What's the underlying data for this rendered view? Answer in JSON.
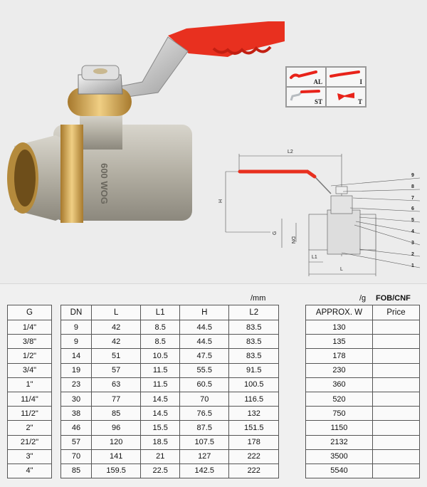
{
  "product": {
    "body_marking": "600 WOG"
  },
  "handle_options": [
    {
      "code": "AL",
      "color": "#e8231a"
    },
    {
      "code": "I",
      "color": "#e8231a"
    },
    {
      "code": "ST",
      "color": "#e8231a"
    },
    {
      "code": "T",
      "color": "#e8231a"
    }
  ],
  "diagram": {
    "dimension_labels": {
      "L2": "L2",
      "H": "H",
      "G": "G",
      "DN": "DN",
      "L1": "L1",
      "L": "L"
    },
    "part_numbers": [
      "9",
      "8",
      "7",
      "6",
      "5",
      "4",
      "3",
      "2",
      "1"
    ]
  },
  "units": {
    "dimensions": "/mm",
    "weight": "/g",
    "price_terms": "FOB/CNF"
  },
  "table": {
    "g_header": "G",
    "dim_headers": [
      "DN",
      "L",
      "L1",
      "H",
      "L2"
    ],
    "weight_headers": [
      "APPROX. W",
      "Price"
    ],
    "rows": [
      {
        "G": "1/4\"",
        "DN": "9",
        "L": "42",
        "L1": "8.5",
        "H": "44.5",
        "L2": "83.5",
        "W": "130",
        "Price": ""
      },
      {
        "G": "3/8\"",
        "DN": "9",
        "L": "42",
        "L1": "8.5",
        "H": "44.5",
        "L2": "83.5",
        "W": "135",
        "Price": ""
      },
      {
        "G": "1/2\"",
        "DN": "14",
        "L": "51",
        "L1": "10.5",
        "H": "47.5",
        "L2": "83.5",
        "W": "178",
        "Price": ""
      },
      {
        "G": "3/4\"",
        "DN": "19",
        "L": "57",
        "L1": "11.5",
        "H": "55.5",
        "L2": "91.5",
        "W": "230",
        "Price": ""
      },
      {
        "G": "1\"",
        "DN": "23",
        "L": "63",
        "L1": "11.5",
        "H": "60.5",
        "L2": "100.5",
        "W": "360",
        "Price": ""
      },
      {
        "G": "11/4\"",
        "DN": "30",
        "L": "77",
        "L1": "14.5",
        "H": "70",
        "L2": "116.5",
        "W": "520",
        "Price": ""
      },
      {
        "G": "11/2\"",
        "DN": "38",
        "L": "85",
        "L1": "14.5",
        "H": "76.5",
        "L2": "132",
        "W": "750",
        "Price": ""
      },
      {
        "G": "2\"",
        "DN": "46",
        "L": "96",
        "L1": "15.5",
        "H": "87.5",
        "L2": "151.5",
        "W": "1150",
        "Price": ""
      },
      {
        "G": "21/2\"",
        "DN": "57",
        "L": "120",
        "L1": "18.5",
        "H": "107.5",
        "L2": "178",
        "W": "2132",
        "Price": ""
      },
      {
        "G": "3\"",
        "DN": "70",
        "L": "141",
        "L1": "21",
        "H": "127",
        "L2": "222",
        "W": "3500",
        "Price": ""
      },
      {
        "G": "4\"",
        "DN": "85",
        "L": "159.5",
        "L1": "22.5",
        "H": "142.5",
        "L2": "222",
        "W": "5540",
        "Price": ""
      }
    ]
  },
  "colors": {
    "handle_red": "#e8301f",
    "brass": "#c9a04a",
    "nickel": "#b8b4a8"
  }
}
